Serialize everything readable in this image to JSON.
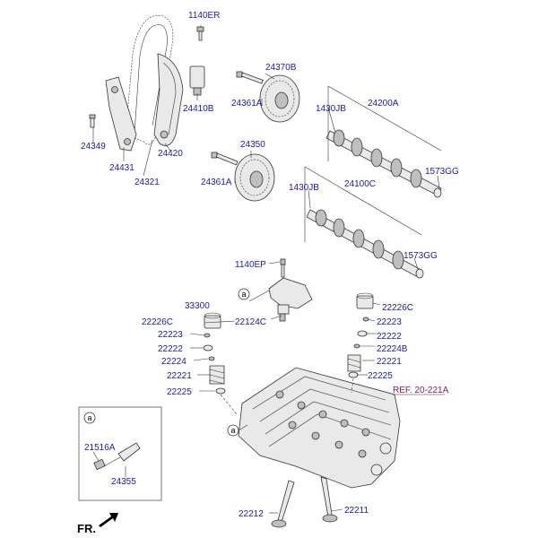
{
  "labels": {
    "p1140ER": "1140ER",
    "p24370B": "24370B",
    "p24200A": "24200A",
    "p24410B": "24410B",
    "p24361A_top": "24361A",
    "p1430JB_top": "1430JB",
    "p24349": "24349",
    "p24420": "24420",
    "p24431": "24431",
    "p24321": "24321",
    "p1573GG_top": "1573GG",
    "p24350": "24350",
    "p24361A_mid": "24361A",
    "p1430JB_mid": "1430JB",
    "p24100C": "24100C",
    "p1573GG_mid": "1573GG",
    "p1140EP": "1140EP",
    "p33300": "33300",
    "p22226C_left": "22226C",
    "p22124C": "22124C",
    "p22226C_right": "22226C",
    "p22223_right": "22223",
    "p22223_left": "22223",
    "p22222_right": "22222",
    "p22224B": "22224B",
    "p22222_left": "22222",
    "p22224": "22224",
    "p22221_right": "22221",
    "p22225_right": "22225",
    "p22221_left": "22221",
    "p22225_left": "22225",
    "ref": "REF. 20-221A",
    "p21516A": "21516A",
    "p24355": "24355",
    "p22212": "22212",
    "p22211": "22211",
    "callout_a_inset": "a",
    "callout_a_bracket": "a",
    "callout_a_head": "a",
    "fr": "FR."
  }
}
